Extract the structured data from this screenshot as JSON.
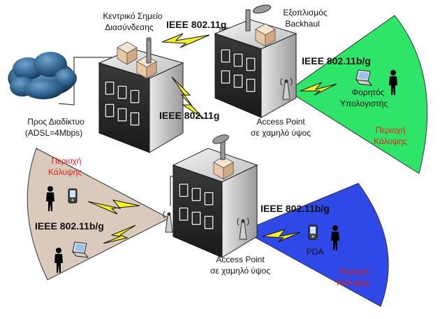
{
  "labels": {
    "central_line1": "Κεντρικό Σημείο",
    "central_line2": "Διασύνδεσης",
    "backhaul_line1": "Εξοπλισμός",
    "backhaul_line2": "Backhaul",
    "internet_line1": "Προς Διαδίκτυο",
    "internet_line2": "(ADSL=4Mbps)",
    "ieee_top": "IEEE 802.11g",
    "ieee_mid": "IEEE 802.11g",
    "ieee_right_top": "IEEE 802.11b/g",
    "ieee_left": "IEEE 802.11b/g",
    "ieee_right_bottom": "IEEE 802.11b/g",
    "ap1_line1": "Access Point",
    "ap1_line2": "σε χαμηλό ύψος",
    "ap2_line1": "Access Point",
    "ap2_line2": "σε χαμηλό ύψος",
    "laptop_line1": "Φορητός",
    "laptop_line2": "Υπολογιστής",
    "pda": "PDA",
    "coverage_green_1": "Περιοχή",
    "coverage_green_2": "Κάλυψης",
    "coverage_left_1": "Περιοχή",
    "coverage_left_2": "Κάλυψης",
    "coverage_blue_1": "Περιοχή",
    "coverage_blue_2": "Κάλυψης"
  },
  "colors": {
    "green_sector": "#2ee56a",
    "beige_sector": "#d9cabc",
    "blue_sector": "#2e49e8",
    "lightning": "#f4ee2a",
    "coverage_text": "#e0201a",
    "cloud": "#2c5f8a"
  },
  "icons": [
    "cloud-icon",
    "building-icon",
    "antenna-icon",
    "laptop-icon",
    "pda-icon",
    "person-icon",
    "lightning-icon",
    "equipment-box-icon"
  ]
}
